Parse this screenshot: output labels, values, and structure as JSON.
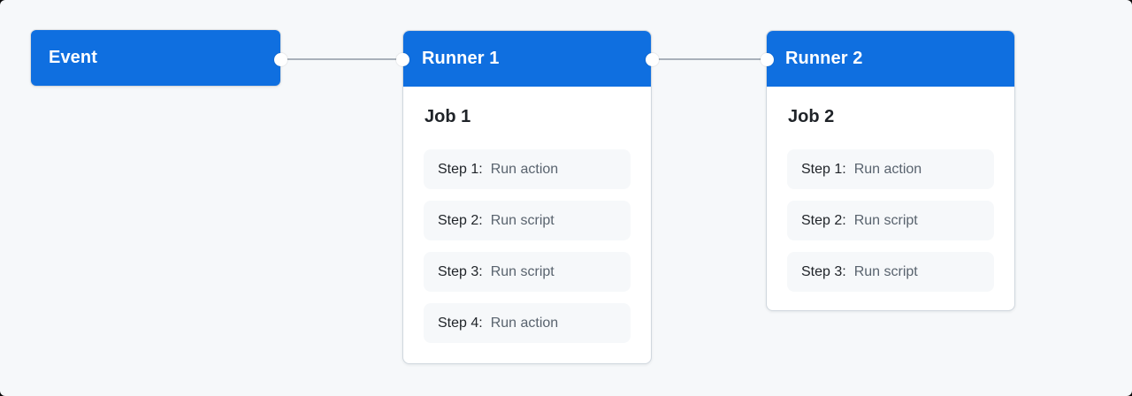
{
  "diagram": {
    "event": {
      "title": "Event"
    },
    "runner1": {
      "title": "Runner 1",
      "job_title": "Job 1",
      "steps": [
        {
          "label": "Step 1:",
          "value": "Run action"
        },
        {
          "label": "Step 2:",
          "value": "Run script"
        },
        {
          "label": "Step 3:",
          "value": "Run script"
        },
        {
          "label": "Step 4:",
          "value": "Run action"
        }
      ]
    },
    "runner2": {
      "title": "Runner 2",
      "job_title": "Job 2",
      "steps": [
        {
          "label": "Step 1:",
          "value": "Run action"
        },
        {
          "label": "Step 2:",
          "value": "Run script"
        },
        {
          "label": "Step 3:",
          "value": "Run script"
        }
      ]
    },
    "colors": {
      "page_background": "#f6f8fa",
      "header_blue": "#0f6fe0",
      "header_text": "#ffffff",
      "card_background": "#ffffff",
      "card_border": "#d0d7de",
      "step_background": "#f6f8fa",
      "step_label_text": "#1f2328",
      "step_value_text": "#59636e",
      "connector_line": "#a9b1ba"
    }
  }
}
